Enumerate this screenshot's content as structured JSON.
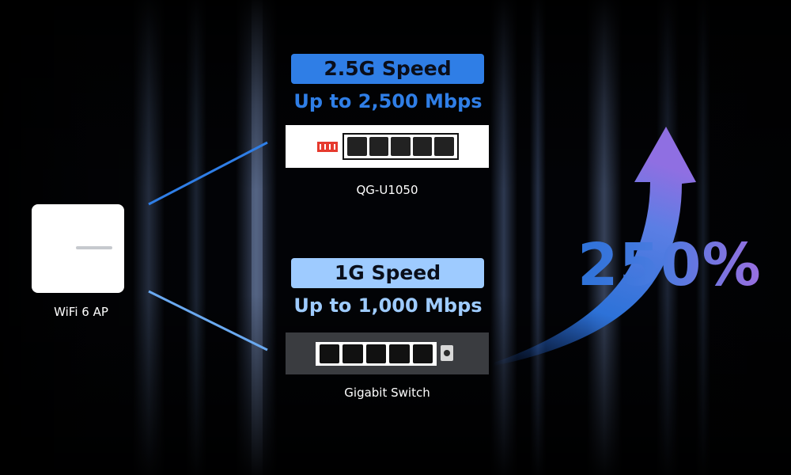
{
  "top": {
    "speed_badge": "2.5G Speed",
    "speed_sub": "Up to 2,500 Mbps",
    "device_name": "QG-U1050"
  },
  "bottom": {
    "speed_badge": "1G Speed",
    "speed_sub": "Up to 1,000 Mbps",
    "device_name": "Gigabit Switch"
  },
  "access_point": {
    "label": "WiFi 6 AP"
  },
  "improvement": {
    "value": "250%"
  },
  "colors": {
    "accent_blue": "#2f7ee6",
    "light_blue": "#9ecbff",
    "purple": "#9a6fe0",
    "dip_red": "#e63a2e"
  },
  "icons": [
    "access-point-icon",
    "dip-switch-icon",
    "ethernet-port-icon",
    "power-jack-icon",
    "upward-arrow-icon"
  ]
}
